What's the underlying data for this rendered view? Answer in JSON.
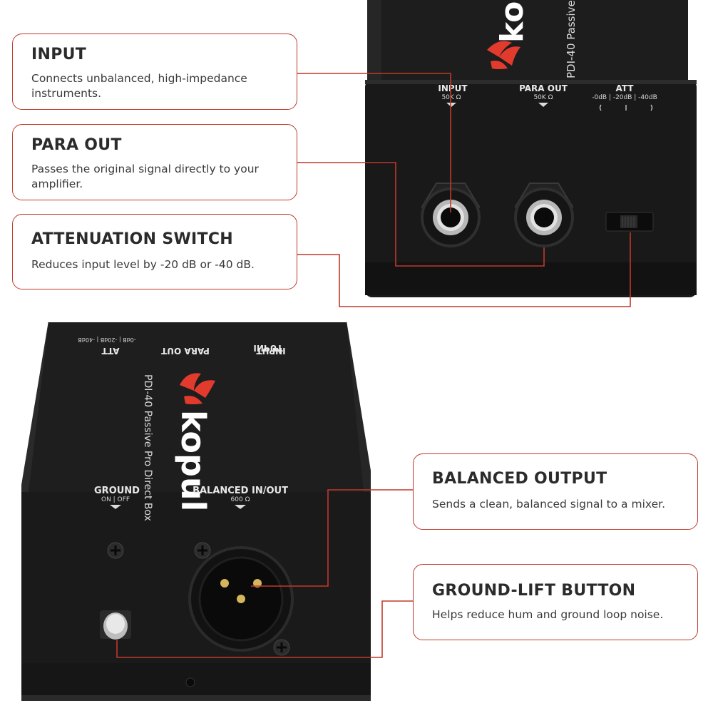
{
  "callouts": [
    {
      "title": "INPUT",
      "desc": "Connects unbalanced, high-impedance instruments."
    },
    {
      "title": "PARA OUT",
      "desc": "Passes the original signal directly to your amplifier."
    },
    {
      "title": "ATTENUATION SWITCH",
      "desc": "Reduces input level by -20 dB or -40 dB."
    },
    {
      "title": "BALANCED OUTPUT",
      "desc": "Sends a clean, balanced signal to a mixer."
    },
    {
      "title": "GROUND-LIFT BUTTON",
      "desc": "Helps reduce hum and ground loop noise."
    }
  ],
  "device": {
    "brand": "kopul",
    "model": "PDI-40 Passive Pro Direct Box",
    "model_short": "PDI-40 Passive Pro Direct",
    "top_labels": {
      "input": "INPUT",
      "input_sub": "50K Ω",
      "para_out": "PARA OUT",
      "para_out_sub": "50K Ω",
      "att": "ATT",
      "att_sub": "-0dB | -20dB | -40dB"
    },
    "bottom_labels": {
      "ground": "GROUND",
      "ground_sub": "ON | OFF",
      "balanced": "BALANCED IN/OUT",
      "balanced_sub": "600 Ω"
    },
    "colors": {
      "accent": "#c0392b",
      "logo": "#e23b2e",
      "body": "#1b1b1b"
    }
  }
}
